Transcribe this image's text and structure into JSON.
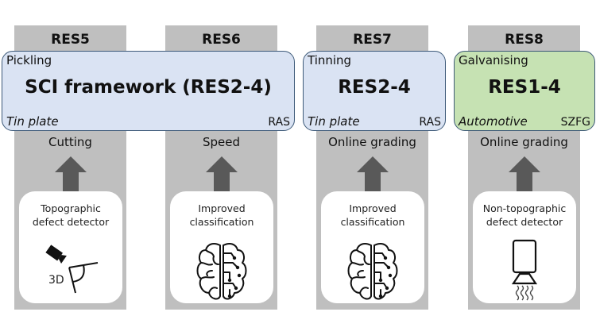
{
  "columns": [
    {
      "id": "RES5",
      "title": "RES5",
      "output": "Cutting",
      "component": [
        "Topographic",
        "defect detector"
      ],
      "icon": "3d-camera-detector-icon",
      "icon_label": "3D"
    },
    {
      "id": "RES6",
      "title": "RES6",
      "output": "Speed",
      "component": [
        "Improved",
        "classification"
      ],
      "icon": "brain-circuit-icon"
    },
    {
      "id": "RES7",
      "title": "RES7",
      "output": "Online grading",
      "component": [
        "Improved",
        "classification"
      ],
      "icon": "brain-circuit-icon"
    },
    {
      "id": "RES8",
      "title": "RES8",
      "output": "Online grading",
      "component": [
        "Non-topographic",
        "defect detector"
      ],
      "icon": "camera-sensor-icon"
    }
  ],
  "boxes": [
    {
      "process": "Pickling",
      "main": "SCI framework (RES2-4)",
      "product": "Tin plate",
      "partner": "RAS",
      "color": "#dae3f3"
    },
    {
      "process": "Tinning",
      "main": "RES2-4",
      "product": "Tin plate",
      "partner": "RAS",
      "color": "#dae3f3"
    },
    {
      "process": "Galvanising",
      "main": "RES1-4",
      "product": "Automotive",
      "partner": "SZFG",
      "color": "#c6e2b3"
    }
  ],
  "colors": {
    "column": "#bfbfbf",
    "arrow": "#595959",
    "box_border": "#3e5a79"
  }
}
